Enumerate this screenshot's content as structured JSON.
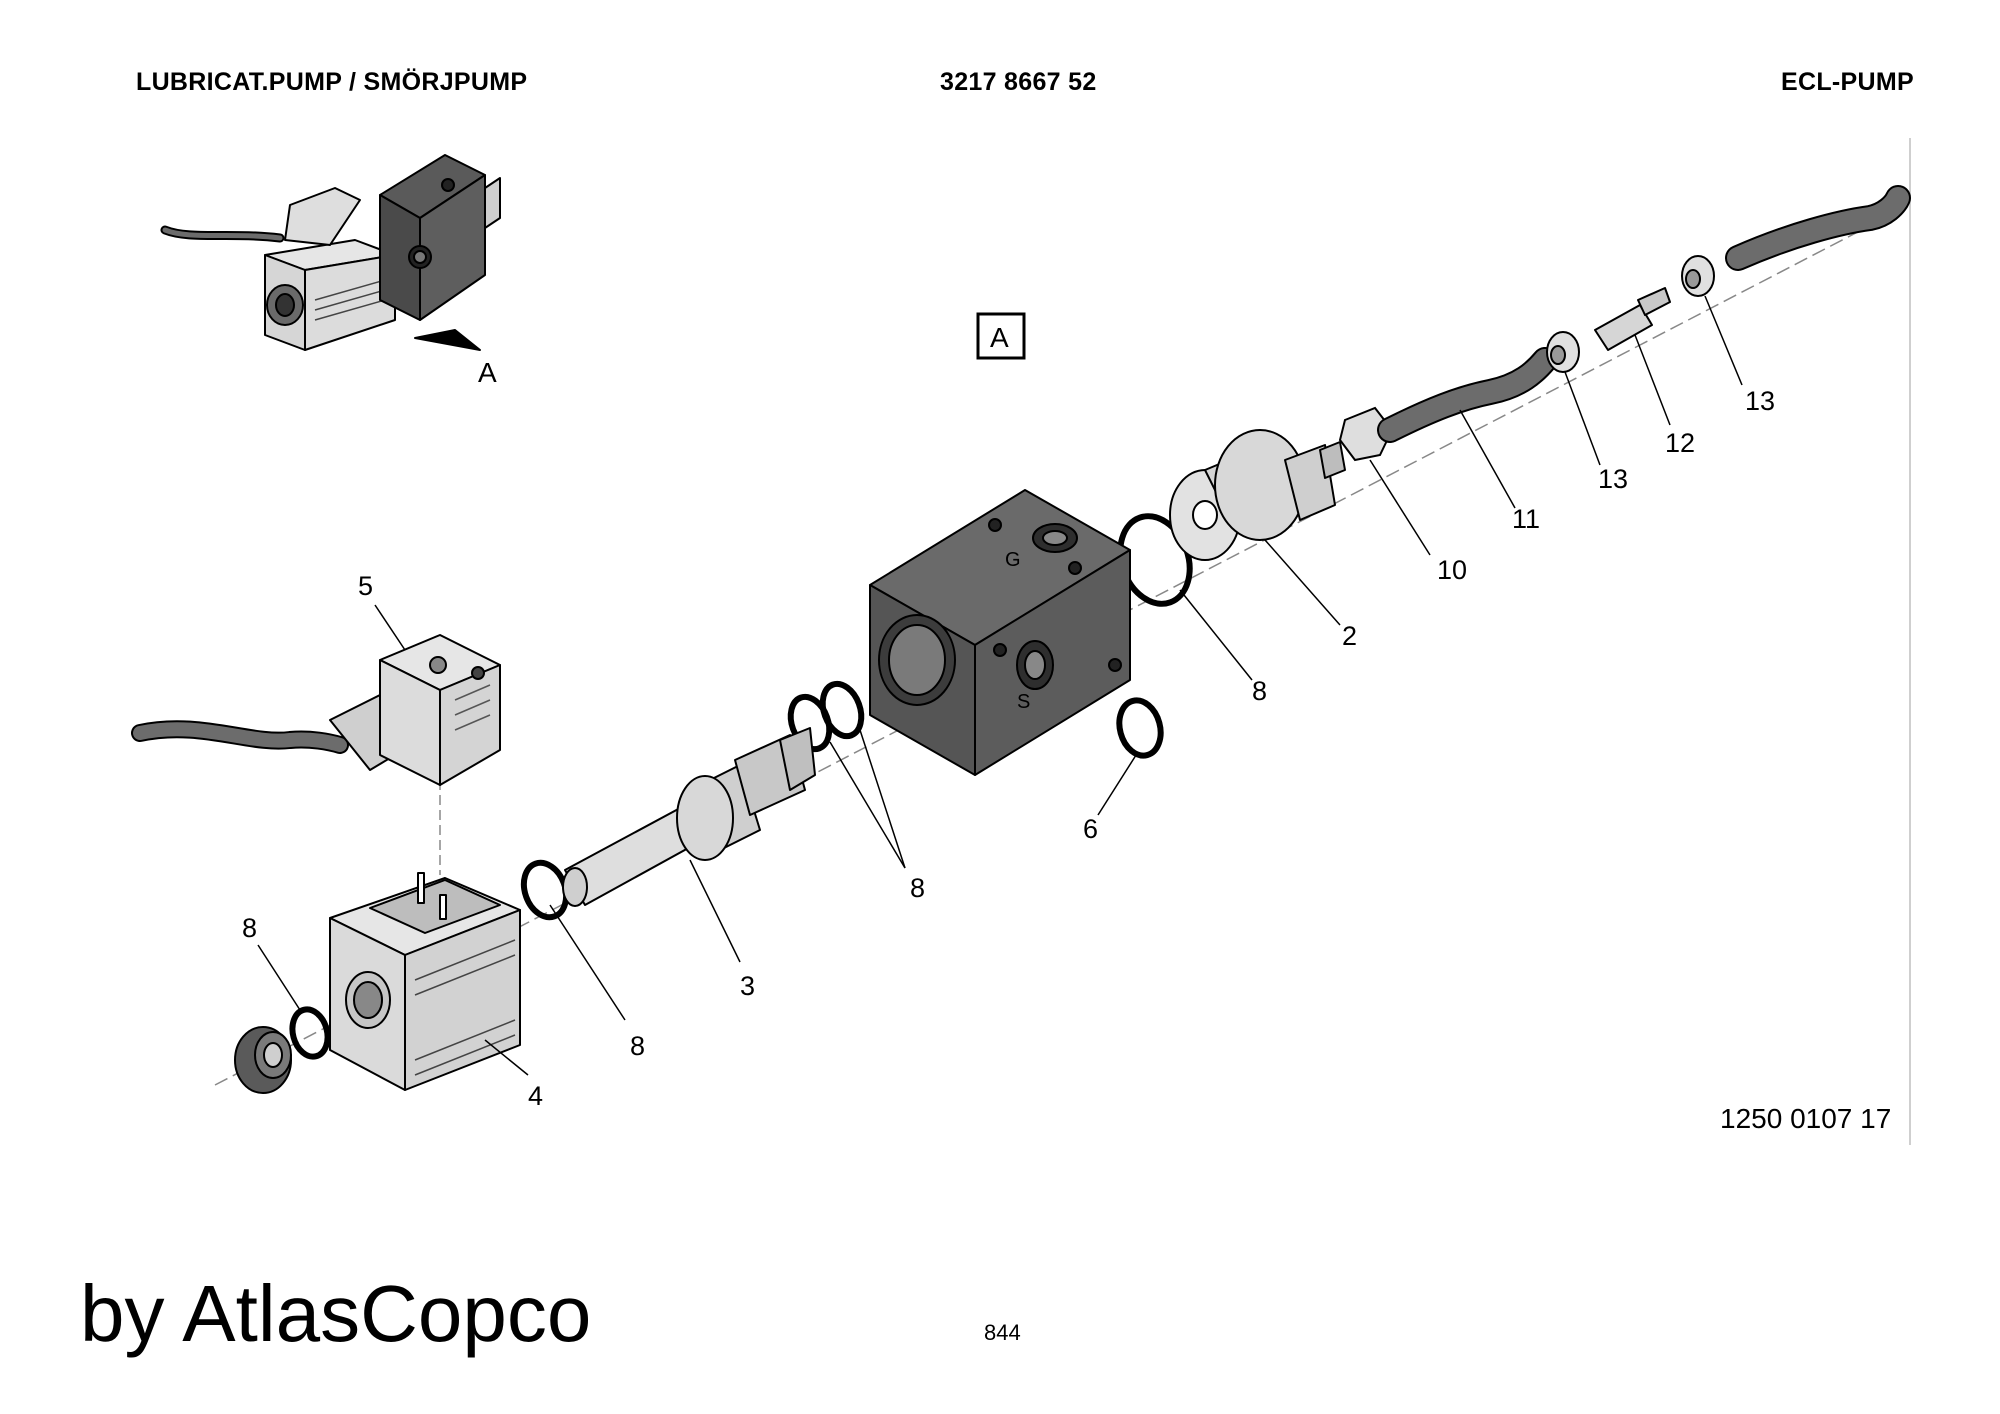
{
  "header": {
    "left_title": "LUBRICAT.PUMP / SMÖRJPUMP",
    "part_number": "3217 8667 52",
    "right_title": "ECL-PUMP"
  },
  "view_marker": "A",
  "callouts": [
    "2",
    "3",
    "4",
    "5",
    "6",
    "8",
    "10",
    "11",
    "12",
    "13"
  ],
  "drawing_number": "1250 0107 17",
  "branding": "by AtlasCopco",
  "page_number": "844",
  "colors": {
    "body": "#5a5a5a",
    "light_part": "#dadada",
    "hose": "#6c6c6c",
    "outline": "#000000"
  }
}
